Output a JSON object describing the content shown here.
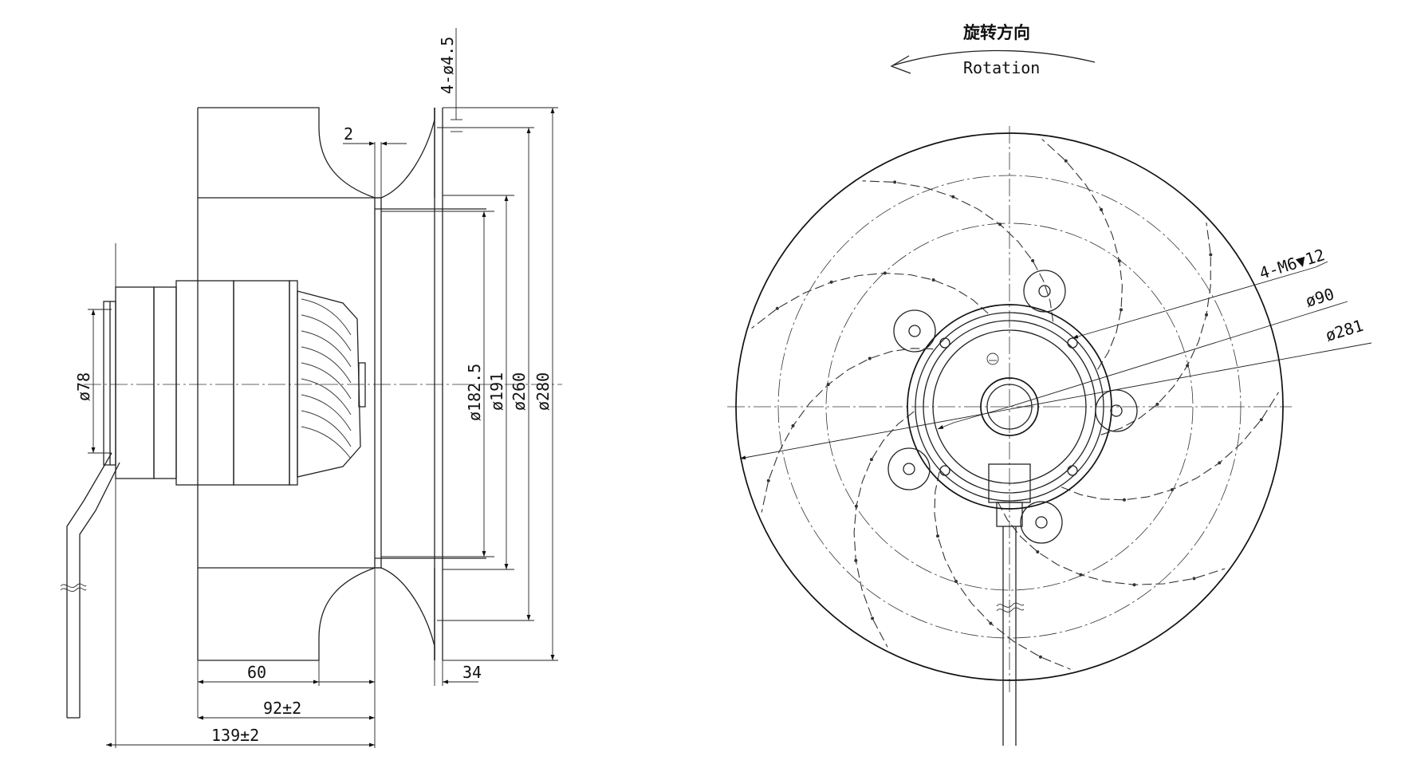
{
  "rotation": {
    "label_cn": "旋转方向",
    "label_en": "Rotation"
  },
  "side_view_dimensions": {
    "mount_holes": "4-ø4.5",
    "flange_thickness": "2",
    "motor_diameter": "ø78",
    "inlet_diameter": "ø182.5",
    "hub_diameter": "ø191",
    "housing_diameter": "ø260",
    "overall_diameter": "ø280",
    "blade_height": "60",
    "inlet_depth": "34",
    "impeller_depth": "92±2",
    "overall_depth": "139±2"
  },
  "front_view_dimensions": {
    "threaded_holes": "4-M6▼12",
    "bolt_circle": "ø90",
    "impeller_diameter": "ø281"
  }
}
